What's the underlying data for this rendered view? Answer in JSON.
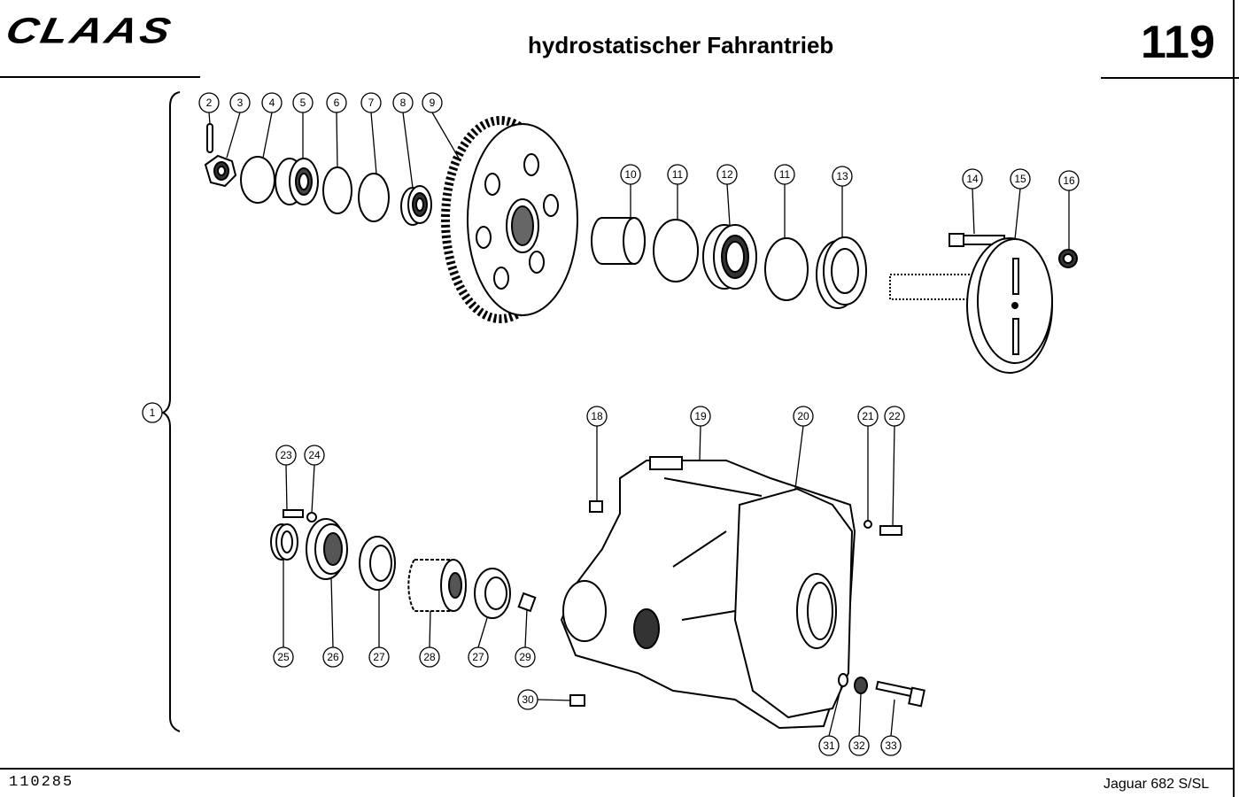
{
  "header": {
    "brand": "CLAAS",
    "title": "hydrostatischer Fahrantrieb",
    "page_number": "119"
  },
  "footer": {
    "doc_number": "110285",
    "model": "Jaguar 682 S/SL"
  },
  "callouts": {
    "c1": "1",
    "c2": "2",
    "c3": "3",
    "c4": "4",
    "c5": "5",
    "c6": "6",
    "c7": "7",
    "c8": "8",
    "c9": "9",
    "c10": "10",
    "c11a": "11",
    "c12": "12",
    "c11b": "11",
    "c13": "13",
    "c14": "14",
    "c15": "15",
    "c16": "16",
    "c18": "18",
    "c19": "19",
    "c20": "20",
    "c21": "21",
    "c22": "22",
    "c23": "23",
    "c24": "24",
    "c25": "25",
    "c26": "26",
    "c27a": "27",
    "c28": "28",
    "c27b": "27",
    "c29": "29",
    "c30": "30",
    "c31": "31",
    "c32": "32",
    "c33": "33"
  }
}
